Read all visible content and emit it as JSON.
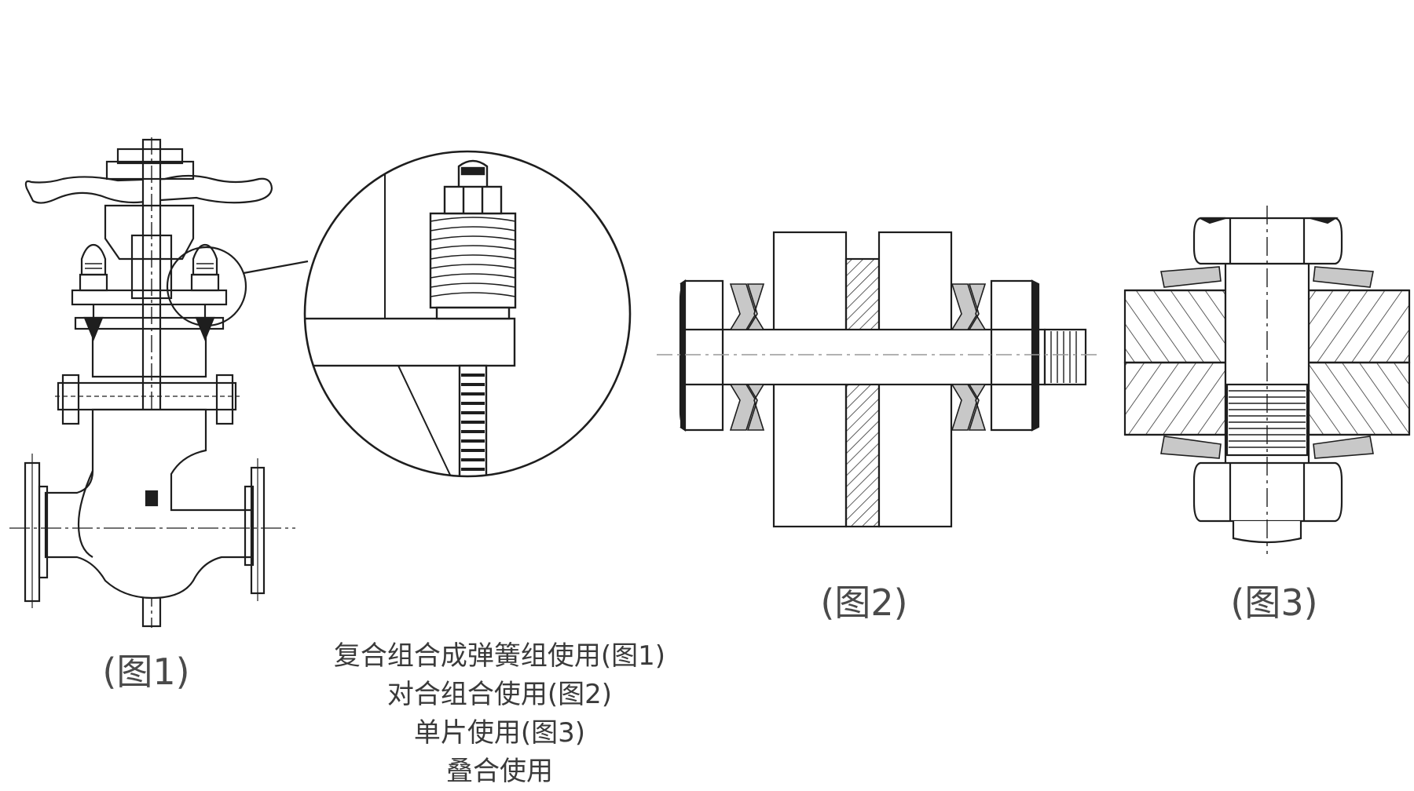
{
  "figures": [
    {
      "id": "fig1",
      "caption": "(图1)"
    },
    {
      "id": "fig2",
      "caption": "(图2)"
    },
    {
      "id": "fig3",
      "caption": "(图3)"
    }
  ],
  "notes": [
    "复合组合成弹簧组使用(图1)",
    "对合组合使用(图2)",
    "单片使用(图3)",
    "叠合使用"
  ],
  "colors": {
    "line": "#1e1e1e",
    "washer": "#c8c8c8",
    "text": "#4a4a4a"
  }
}
